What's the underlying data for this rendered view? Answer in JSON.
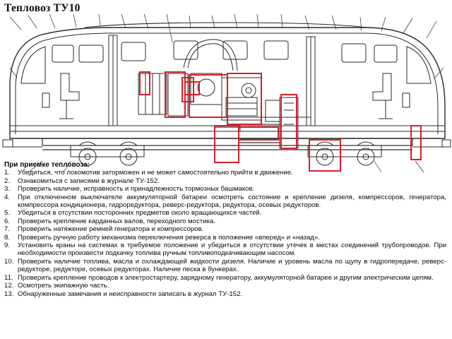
{
  "title": "Тепловоз ТУ10",
  "checklist": {
    "heading": "При приемке тепловоза:",
    "items": [
      {
        "num": "1.",
        "text": "Убедиться, что локомотив заторможен и не может самостоятельно прийти в движение."
      },
      {
        "num": "2.",
        "text": "Ознакомиться с записями в журнале ТУ-152."
      },
      {
        "num": "3.",
        "text": "Проверить наличие, исправность и принадлежность тормозных башмаков."
      },
      {
        "num": "4.",
        "text": "При отключенном выключателе аккумуляторной батареи осмотреть состояние и крепление дизеля, компрессоров, генератора, компрессора кондиционера, гидроредуктора, реверс-редуктора, редуктора, осевых редукторов."
      },
      {
        "num": "5.",
        "text": "Убедиться в отсутствии посторонних предметов около вращающихся частей."
      },
      {
        "num": "6.",
        "text": "Проверить крепление карданных валов, переходного мостика."
      },
      {
        "num": "7.",
        "text": "Проверить натяжение ремней генератора и компрессоров."
      },
      {
        "num": "8.",
        "text": "Проверить ручную работу механизма переключения реверса в положение «вперед» и «назад»."
      },
      {
        "num": "9.",
        "text": "Установить краны на системах в требуемое положение и убедиться в отсутствии утечек в местах соединений трубопроводов. При необходимости произвести подкачку топлива ручным топливоподкачивающим насосом."
      },
      {
        "num": "10.",
        "text": "Проверить наличие топлива, масла и охлаждающей жидкости дизеля. Наличие и уровень масла по щупу в гидропередаче, реверс-редукторе, редукторе, осевых редукторах. Наличие песка в бункерах."
      },
      {
        "num": "11.",
        "text": "Проверить крепление проводов к электростартеру, зарядному генератору, аккумуляторной батарее и другим электрическим цепям."
      },
      {
        "num": "12.",
        "text": "Осмотреть экипажную часть."
      },
      {
        "num": "13.",
        "text": "Обнаруженные замечания и неисправности записать в журнал ТУ-152."
      }
    ]
  },
  "colors": {
    "highlight": "#d4202a",
    "line": "#2a2a2a"
  },
  "icons": {
    "drawing": "locomotive-side-view-drawing"
  }
}
